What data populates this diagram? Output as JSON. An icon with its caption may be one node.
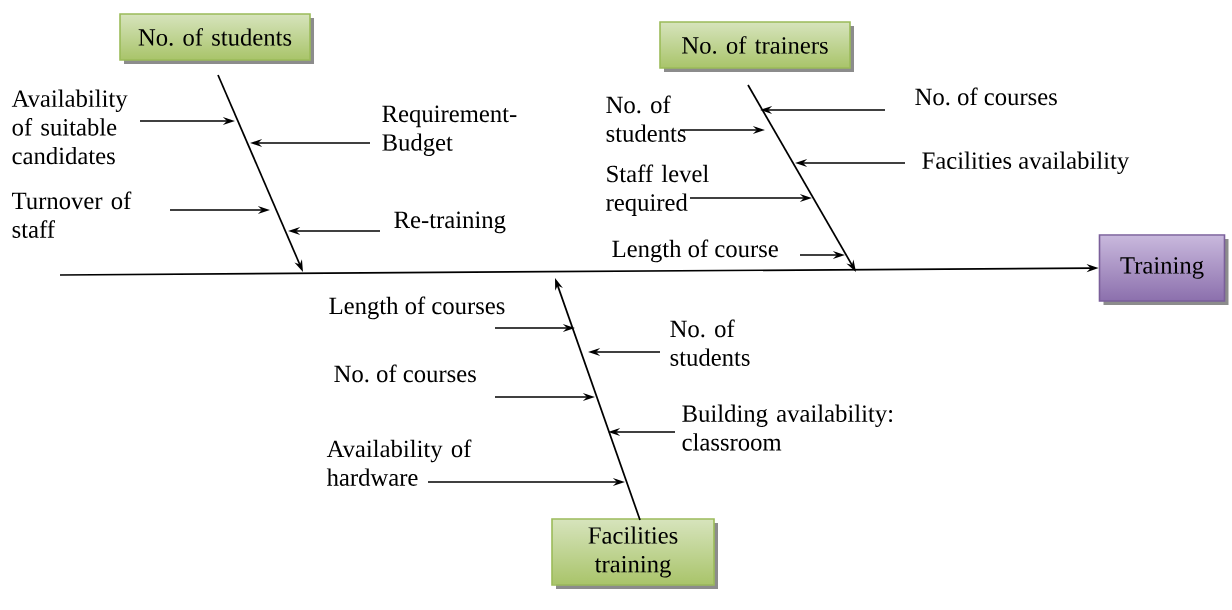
{
  "diagram": {
    "nodes": [
      {
        "text": [
          "No. of students"
        ]
      },
      {
        "text": [
          "No. of trainers"
        ]
      },
      {
        "text": [
          "Training"
        ]
      },
      {
        "text": [
          "Facilities training"
        ]
      },
      {
        "text": [
          "Availability of suitable candidates"
        ]
      },
      {
        "text": [
          "Requirement-Budget"
        ]
      },
      {
        "text": [
          "Turnover of staff"
        ]
      },
      {
        "text": [
          "Re-training"
        ]
      },
      {
        "text": [
          "No. of courses"
        ]
      },
      {
        "text": [
          "No. of students"
        ]
      },
      {
        "text": [
          "Facilities availability"
        ]
      },
      {
        "text": [
          "Staff level required"
        ]
      },
      {
        "text": [
          "Length of course"
        ]
      },
      {
        "text": [
          "Length of courses"
        ]
      },
      {
        "text": [
          "No. of students"
        ]
      },
      {
        "text": [
          "No. of courses"
        ]
      },
      {
        "text": [
          "Building availability: classroom"
        ]
      },
      {
        "text": [
          "Availability of hardware"
        ]
      }
    ],
    "edges": [
      {
        "from": null,
        "to": 2,
        "arrow": "to"
      },
      {
        "from": 0,
        "to": null,
        "arrow": "to"
      },
      {
        "from": 1,
        "to": null,
        "arrow": "to"
      },
      {
        "from": 3,
        "to": null,
        "arrow": "to"
      },
      {
        "from": 4,
        "to": null,
        "arrow": "to"
      },
      {
        "from": 5,
        "to": null,
        "arrow": "to"
      },
      {
        "from": 6,
        "to": null,
        "arrow": "to"
      },
      {
        "from": 7,
        "to": null,
        "arrow": "to"
      },
      {
        "from": 8,
        "to": null,
        "arrow": "to"
      },
      {
        "from": 9,
        "to": null,
        "arrow": "to"
      },
      {
        "from": 10,
        "to": null,
        "arrow": "to"
      },
      {
        "from": 11,
        "to": null,
        "arrow": "to"
      },
      {
        "from": 12,
        "to": null,
        "arrow": "to"
      },
      {
        "from": 13,
        "to": null,
        "arrow": "to"
      },
      {
        "from": 14,
        "to": null,
        "arrow": "to"
      },
      {
        "from": 15,
        "to": null,
        "arrow": "to"
      },
      {
        "from": 16,
        "to": null,
        "arrow": "to"
      },
      {
        "from": 17,
        "to": null,
        "arrow": "to"
      }
    ]
  }
}
